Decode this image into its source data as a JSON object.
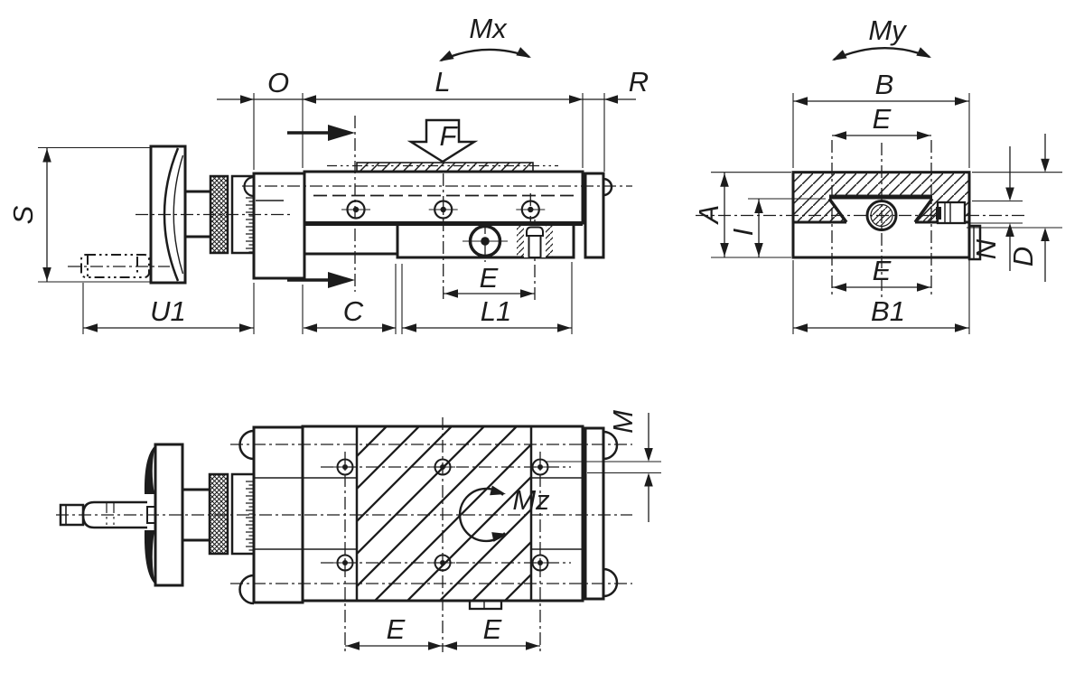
{
  "colors": {
    "background": "#ffffff",
    "ink": "#1c1c1c"
  },
  "side_view": {
    "moment_label": "Mx",
    "force_label": "F",
    "dims": {
      "o": "O",
      "l": "L",
      "r": "R",
      "s": "S",
      "u1": "U1",
      "c": "C",
      "e": "E",
      "l1": "L1"
    }
  },
  "end_view": {
    "moment_label": "My",
    "dims": {
      "b": "B",
      "e_top": "E",
      "a": "A",
      "i": "I",
      "n": "N",
      "d": "D",
      "e_bottom": "E",
      "b1": "B1"
    }
  },
  "top_view": {
    "moment_label": "Mz",
    "dims": {
      "m": "M",
      "e_left": "E",
      "e_right": "E"
    }
  }
}
